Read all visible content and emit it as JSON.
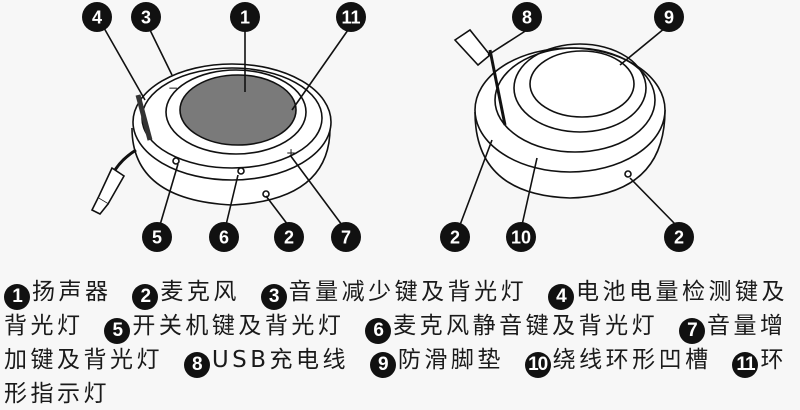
{
  "callouts_left": [
    "4",
    "3",
    "1",
    "11",
    "5",
    "6",
    "2",
    "7"
  ],
  "callouts_right": [
    "8",
    "9",
    "2",
    "10",
    "2"
  ],
  "device_markings": {
    "minus": "−",
    "plus": "+"
  },
  "legend": [
    {
      "num": "1",
      "label": "扬声器"
    },
    {
      "num": "2",
      "label": "麦克风"
    },
    {
      "num": "3",
      "label": "音量减少键及背光灯"
    },
    {
      "num": "4",
      "label": "电池电量检测键及背光灯"
    },
    {
      "num": "5",
      "label": "开关机键及背光灯"
    },
    {
      "num": "6",
      "label": "麦克风静音键及背光灯"
    },
    {
      "num": "7",
      "label": "音量增加键及背光灯"
    },
    {
      "num": "8",
      "label": "USB充电线"
    },
    {
      "num": "9",
      "label": "防滑脚垫"
    },
    {
      "num": "10",
      "label": "绕线环形凹槽"
    },
    {
      "num": "11",
      "label": "环形指示灯"
    }
  ]
}
